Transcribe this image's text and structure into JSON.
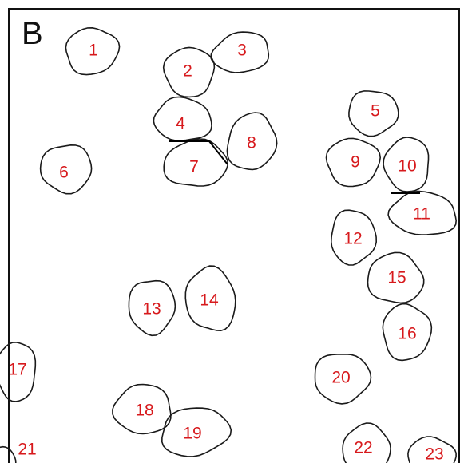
{
  "panel": {
    "letter": "B"
  },
  "colors": {
    "label": "#d7191c",
    "outline": "#1a1a1a",
    "frame": "#111111"
  },
  "cells": [
    {
      "label": "1"
    },
    {
      "label": "2"
    },
    {
      "label": "3"
    },
    {
      "label": "4"
    },
    {
      "label": "5"
    },
    {
      "label": "6"
    },
    {
      "label": "7"
    },
    {
      "label": "8"
    },
    {
      "label": "9"
    },
    {
      "label": "10"
    },
    {
      "label": "11"
    },
    {
      "label": "12"
    },
    {
      "label": "13"
    },
    {
      "label": "14"
    },
    {
      "label": "15"
    },
    {
      "label": "16"
    },
    {
      "label": "17"
    },
    {
      "label": "18"
    },
    {
      "label": "19"
    },
    {
      "label": "20"
    },
    {
      "label": "21"
    },
    {
      "label": "22"
    },
    {
      "label": "23"
    }
  ]
}
